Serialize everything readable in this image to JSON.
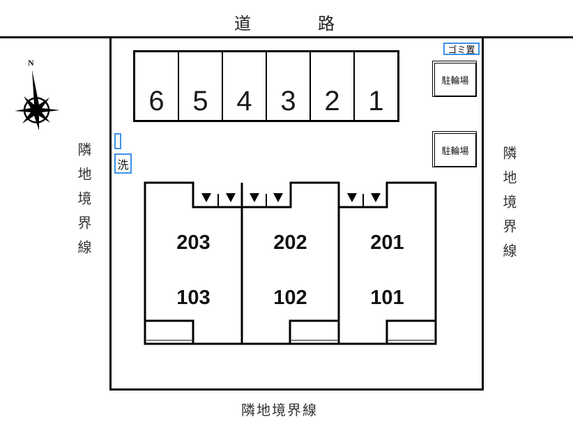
{
  "labels": {
    "road_left": "道",
    "road_right": "路",
    "boundary_left": "隣地境界線",
    "boundary_right": "隣地境界線",
    "boundary_bottom": "隣地境界線",
    "compass_north": "N",
    "garbage": "ゴミ置",
    "bicycle_upper": "駐輪場",
    "bicycle_lower": "駐輪場",
    "laundry": "洗"
  },
  "parking": {
    "stalls": [
      "6",
      "5",
      "4",
      "3",
      "2",
      "1"
    ]
  },
  "building": {
    "units": [
      {
        "upper": "203",
        "lower": "103"
      },
      {
        "upper": "202",
        "lower": "102"
      },
      {
        "upper": "201",
        "lower": "101"
      }
    ]
  },
  "colors": {
    "accent_blue": "#3C92E8",
    "line": "#000000"
  }
}
